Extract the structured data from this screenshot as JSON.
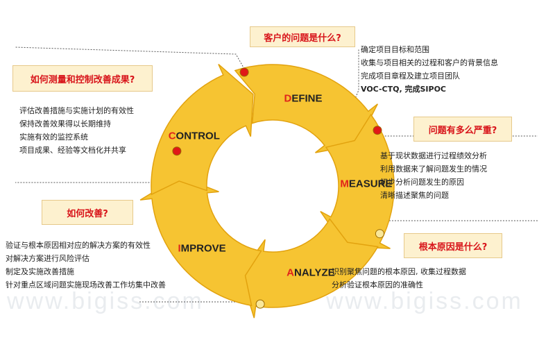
{
  "colors": {
    "arrow_fill": "#f6c432",
    "arrow_stroke": "#e2a20e",
    "initial_letter": "#e0241b",
    "phase_text": "#222222",
    "question_text": "#d8141a",
    "question_box": "#fdf1cf",
    "marker_red": "#e01818",
    "marker_yellow": "#f9e79a"
  },
  "watermark": "www.bigiss.com",
  "phases": [
    {
      "id": "define",
      "initial": "D",
      "rest": "EFINE"
    },
    {
      "id": "measure",
      "initial": "M",
      "rest": "EASURE"
    },
    {
      "id": "analyze",
      "initial": "A",
      "rest": "NALYZE"
    },
    {
      "id": "improve",
      "initial": "I",
      "rest": "MPROVE"
    },
    {
      "id": "control",
      "initial": "C",
      "rest": "ONTROL"
    }
  ],
  "questions": {
    "define": "客户的问题是什么?",
    "measure": "问题有多么严重?",
    "analyze": "根本原因是什么?",
    "improve": "如何改善?",
    "control": "如何测量和控制改善成果?"
  },
  "descriptions": {
    "define": [
      "确定项目目标和范围",
      "收集与项目相关的过程和客户的背景信息",
      "完成项目章程及建立项目团队",
      "VOC-CTQ, 完成SIPOC"
    ],
    "measure": [
      "基于现状数据进行过程绩效分析",
      "利用数据来了解问题发生的情况",
      "初步分析问题发生的原因",
      "清晰描述聚焦的问题"
    ],
    "analyze": [
      "识别聚焦问题的根本原因, 收集过程数据",
      "分析验证根本原因的准确性"
    ],
    "improve": [
      "验证与根本原因相对应的解决方案的有效性",
      "对解决方案进行风险评估",
      "制定及实施改善措施",
      "针对重点区域问题实施现场改善工作坊集中改善"
    ],
    "control": [
      "评估改善措施与实施计划的有效性",
      "保持改善效果得以长期维持",
      "实施有效的监控系统",
      "项目成果、经验等文档化并共享"
    ]
  }
}
